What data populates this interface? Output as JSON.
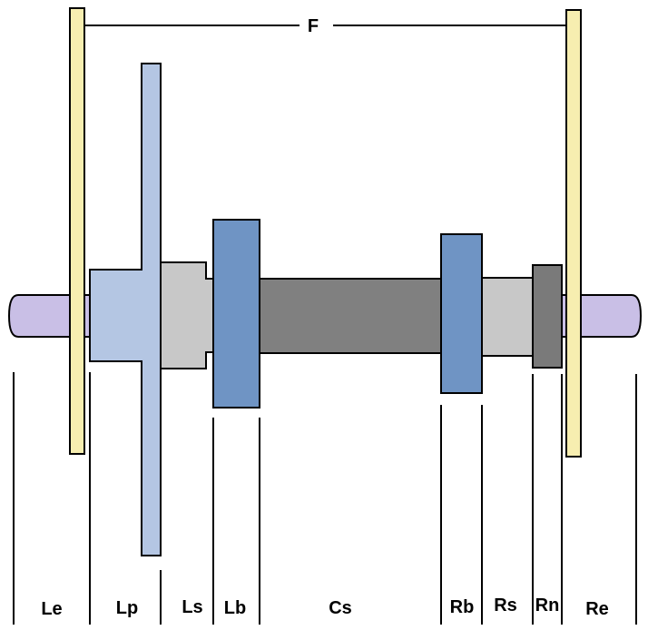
{
  "diagram": {
    "dimension_label": "F",
    "section_labels": {
      "le": "Le",
      "lp": "Lp",
      "ls": "Ls",
      "lb": "Lb",
      "cs": "Cs",
      "rb": "Rb",
      "rs": "Rs",
      "rn": "Rn",
      "re": "Re"
    },
    "colors": {
      "axle_end": "#c9bfe6",
      "flange": "#f7eeb0",
      "pulley": "#b4c6e3",
      "spacer_light": "#c8c8c8",
      "bearing": "#6f94c4",
      "center_shaft": "#808080",
      "nut": "#7a7a7a",
      "outline": "#000000"
    }
  }
}
